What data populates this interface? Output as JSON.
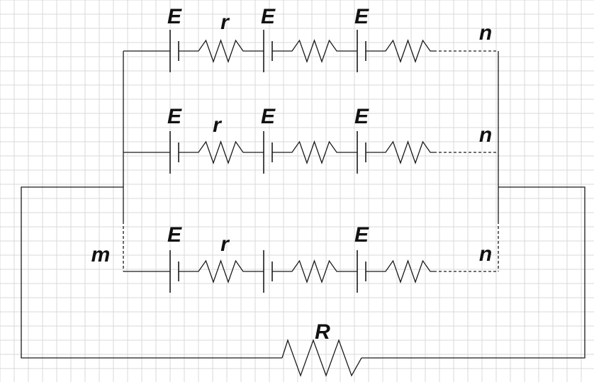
{
  "labels": {
    "emf": "E",
    "internal_resistance": "r",
    "cells_per_row": "n",
    "rows": "m",
    "load_resistance": "R"
  },
  "rows": [
    {
      "emf_labels": [
        "E",
        "E",
        "E"
      ],
      "r_label": "r",
      "n_label": "n"
    },
    {
      "emf_labels": [
        "E",
        "E",
        "E"
      ],
      "r_label": "r",
      "n_label": "n"
    },
    {
      "emf_labels": [
        "E",
        "E"
      ],
      "r_label": "r",
      "n_label": "n"
    }
  ],
  "colors": {
    "grid": "#d9d9d9",
    "wire": "#1a1a1a",
    "background": "#ffffff"
  }
}
